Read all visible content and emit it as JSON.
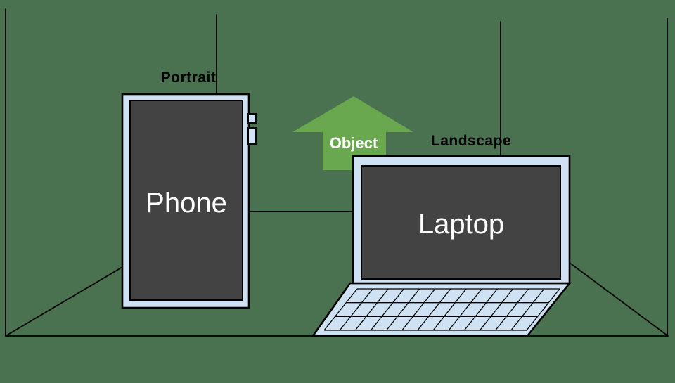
{
  "colors": {
    "background": "#4A7150",
    "device_body": "#CFE2F3",
    "device_screen": "#434343",
    "arrow_fill": "#6AA84F",
    "outline": "#000000",
    "screen_label_text": "#FFFFFF",
    "orientation_label_text": "#000000"
  },
  "diagram": {
    "phone": {
      "label": "Phone",
      "orientation": "Portrait"
    },
    "laptop": {
      "label": "Laptop",
      "orientation": "Landscape"
    },
    "arrow": {
      "label": "Object"
    }
  }
}
